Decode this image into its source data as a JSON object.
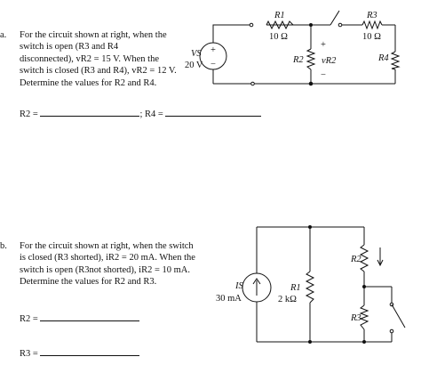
{
  "part_a": {
    "label": "a.",
    "lines": [
      "For the circuit shown at right, when the",
      "switch is open (R3 and R4",
      "disconnected), vR2 = 15 V. When the",
      "switch is closed (R3 and R4), vR2 = 12 V.",
      "Determine the values for R2 and R4."
    ],
    "answer_r2": "R2 =",
    "answer_sep": "; R4 =",
    "circuit": {
      "r1_label": "R1",
      "r1_value": "10 Ω",
      "r3_label": "R3",
      "r3_value": "10 Ω",
      "r2_label": "R2",
      "vr2_label": "vR2",
      "r4_label": "R4",
      "vs_label": "VS",
      "vs_value": "20 V",
      "plus": "+",
      "minus": "−"
    }
  },
  "part_b": {
    "label": "b.",
    "lines": [
      "For the circuit shown at right, when the switch",
      "is closed (R3 shorted), iR2 = 20 mA. When the",
      "switch is open (R3not shorted), iR2 = 10 mA.",
      "Determine the values for R2 and R3."
    ],
    "answer_r2": "R2 =",
    "answer_r3": "R3 =",
    "circuit": {
      "is_label": "IS",
      "is_value": "30 mA",
      "r1_label": "R1",
      "r1_value": "2 kΩ",
      "r2_label": "R2",
      "r3_label": "R3"
    }
  }
}
